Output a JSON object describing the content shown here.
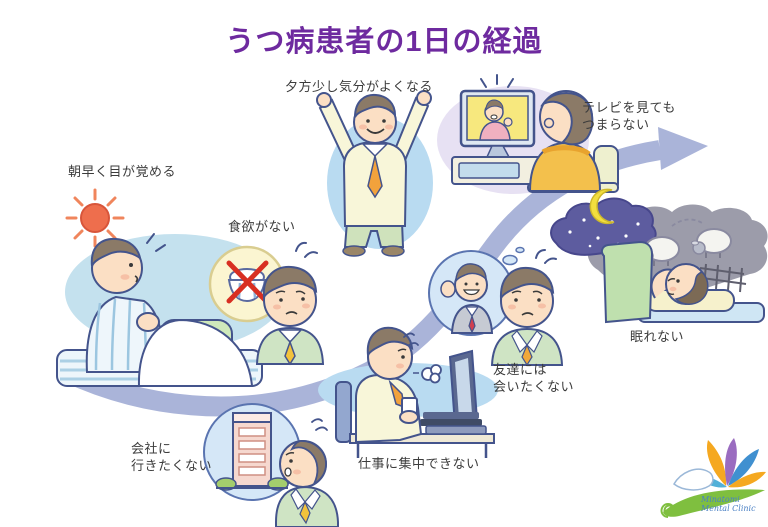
{
  "title": "うつ病患者の1日の経過",
  "scenes": [
    {
      "id": "wake-early",
      "label_lines": [
        "朝早く目が覚める"
      ]
    },
    {
      "id": "no-appetite",
      "label_lines": [
        "食欲がない"
      ]
    },
    {
      "id": "evening-better",
      "label_lines": [
        "夕方少し気分がよくなる"
      ]
    },
    {
      "id": "tv-boring",
      "label_lines": [
        "テレビを見ても",
        "つまらない"
      ]
    },
    {
      "id": "avoid-friends",
      "label_lines": [
        "友達には",
        "会いたくない"
      ]
    },
    {
      "id": "cannot-sleep",
      "label_lines": [
        "眠れない"
      ]
    },
    {
      "id": "cannot-concentrate",
      "label_lines": [
        "仕事に集中できない"
      ]
    },
    {
      "id": "dread-work",
      "label_lines": [
        "会社に",
        "行きたくない"
      ]
    }
  ],
  "logo": {
    "text_lines": [
      "Minatomi",
      "Mental Clinic"
    ]
  },
  "icons": [
    "sun-icon",
    "moon-icon",
    "sheep-icon",
    "fence-icon",
    "tv-icon",
    "rice-bowl-icon",
    "red-cross-icon",
    "building-icon",
    "monitor-icon",
    "thought-bubble",
    "sigh-puff-icon",
    "clinic-logo"
  ],
  "colors": {
    "title": "#6e2a9f",
    "arrow": "#aab4d9",
    "label_text": "#3c3c3c",
    "outline": "#44548c"
  }
}
